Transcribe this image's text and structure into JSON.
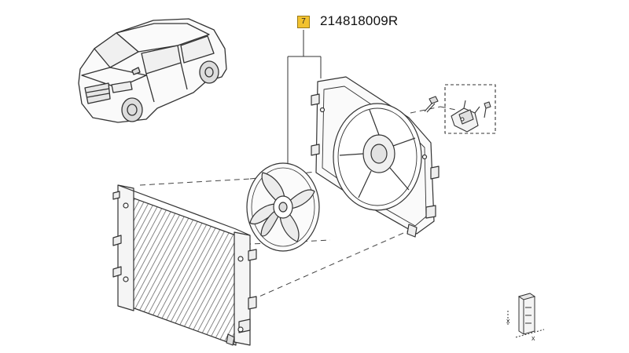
{
  "callout": {
    "badge_number": "7",
    "part_number": "214818009R",
    "badge_color": "#f2c230"
  },
  "orientation_legend": {
    "axis_labels": [
      "x",
      "x"
    ]
  },
  "icons": [
    "car-icon",
    "radiator-icon",
    "fan-icon",
    "fan-shroud-icon",
    "connector-bracket-icon",
    "bolt-icon",
    "orientation-legend-icon"
  ]
}
